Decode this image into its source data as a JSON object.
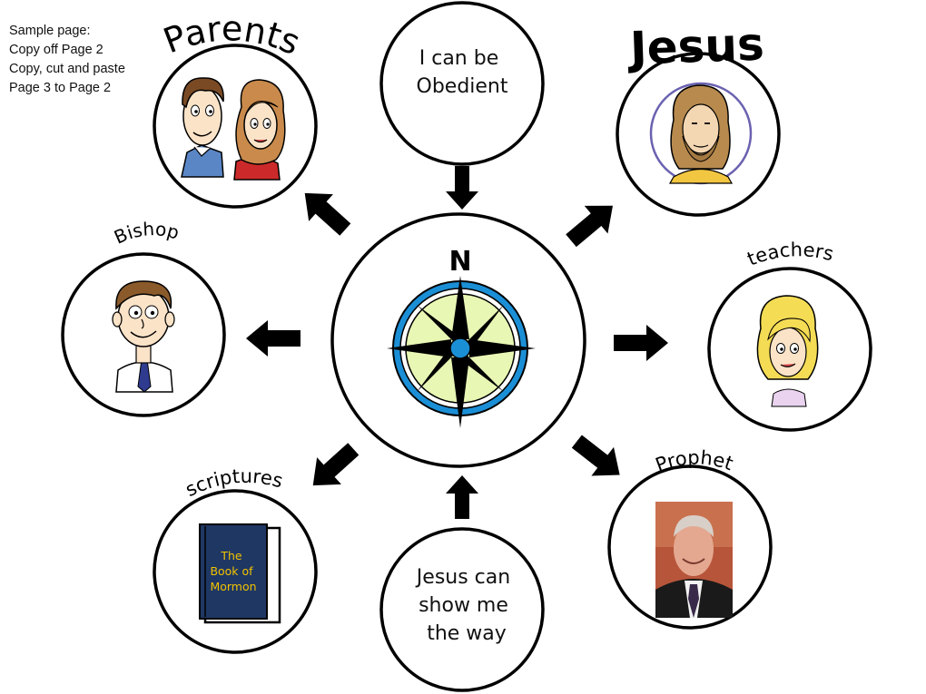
{
  "sample_note": [
    "Sample page:",
    "Copy off Page 2",
    "Copy, cut and paste",
    "Page 3 to Page 2"
  ],
  "center": {
    "label": "N"
  },
  "top_circle": {
    "lines": [
      "I can be",
      "Obedient"
    ]
  },
  "bottom_circle": {
    "lines": [
      "Jesus can",
      "show me",
      "the way"
    ]
  },
  "nodes": {
    "parents": "Parents",
    "jesus": "Jesus",
    "bishop": "Bishop",
    "teachers": "teachers",
    "scriptures": "scriptures",
    "prophet": "Prophet"
  },
  "book": {
    "lines": [
      "The",
      "Book of",
      "Mormon"
    ]
  },
  "colors": {
    "compass_ring": "#1b8fd6",
    "compass_face": "#e8f7b4",
    "book_cover": "#1f3763",
    "book_text": "#f2c200",
    "arrow": "#000000"
  }
}
